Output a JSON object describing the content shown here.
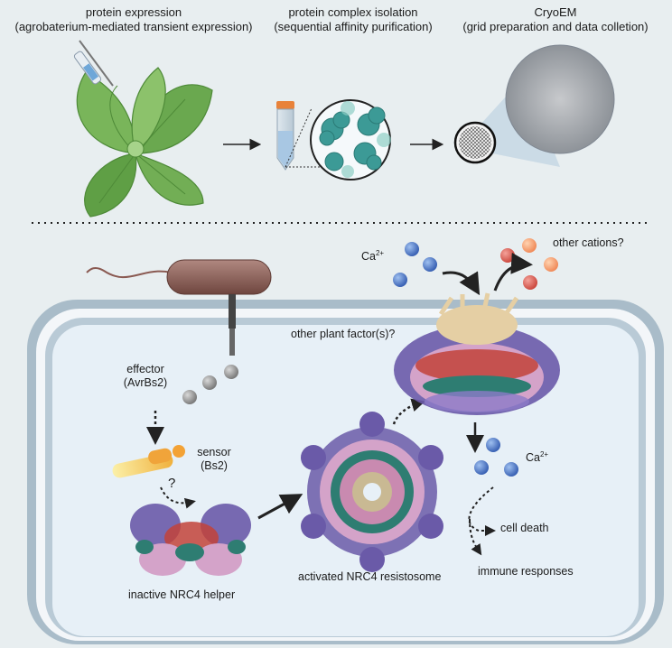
{
  "workflow": {
    "step1": {
      "title": "protein expression",
      "subtitle": "(agrobaterium-mediated transient expression)"
    },
    "step2": {
      "title": "protein complex isolation",
      "subtitle": "(sequential affinity purification)"
    },
    "step3": {
      "title": "CryoEM",
      "subtitle": "(grid preparation and data colletion)"
    }
  },
  "cell": {
    "calcium_label": "Ca",
    "calcium_charge": "2+",
    "other_cations": "other cations?",
    "other_factors": "other plant factor(s)?",
    "effector": "effector",
    "effector_name": "(AvrBs2)",
    "sensor": "sensor",
    "sensor_name": "(Bs2)",
    "question": "?",
    "inactive_helper": "inactive NRC4 helper",
    "activated_resistosome": "activated NRC4 resistosome",
    "cell_death": "cell death",
    "immune_responses": "immune responses"
  },
  "colors": {
    "background": "#e8eef0",
    "cell_wall": "#a9bcc9",
    "cytoplasm": "#e7f0f7",
    "leaf": "#6aa84f",
    "protein_teal": "#2e7d72",
    "protein_purple": "#6a5aa8",
    "protein_pink": "#d4a3c9",
    "protein_red": "#c2433a",
    "ion_blue": "#4a72c4",
    "bacterium": "#8a5a52"
  }
}
